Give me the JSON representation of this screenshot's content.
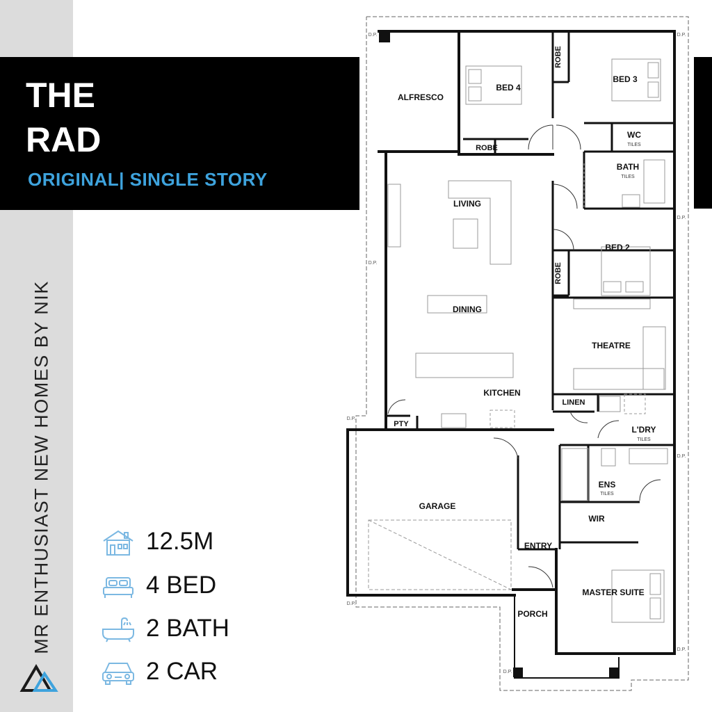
{
  "header": {
    "title_line1": "THE",
    "title_line2": "RAD",
    "subtitle": "ORIGINAL| SINGLE STORY"
  },
  "brand": {
    "vertical_text": "MR ENTHUSIAST NEW HOMES BY NIK"
  },
  "specs": [
    {
      "icon": "house-icon",
      "value": "12.5M"
    },
    {
      "icon": "bed-icon",
      "value": "4 BED"
    },
    {
      "icon": "bathtub-icon",
      "value": "2 BATH"
    },
    {
      "icon": "car-icon",
      "value": "2 CAR"
    }
  ],
  "rooms": {
    "alfresco": "ALFRESCO",
    "bed4": "BED 4",
    "bed3": "BED 3",
    "robe_bed4": "ROBE",
    "robe_bed3": "ROBE",
    "wc": "WC",
    "wc_tiles": "TILES",
    "bath": "BATH",
    "bath_tiles": "TILES",
    "living": "LIVING",
    "bed2": "BED 2",
    "robe_bed2": "ROBE",
    "dining": "DINING",
    "theatre": "THEATRE",
    "kitchen": "KITCHEN",
    "linen": "LINEN",
    "pty": "PTY",
    "ldry": "L'DRY",
    "ldry_tiles": "TILES",
    "garage": "GARAGE",
    "ens": "ENS",
    "ens_tiles": "TILES",
    "wir": "WIR",
    "entry": "ENTRY",
    "master_suite": "MASTER SUITE",
    "porch": "PORCH"
  },
  "downpipe_label": "D.P.",
  "colors": {
    "accent": "#3ea3dd",
    "title_bg": "#000000",
    "side_strip": "#dcdcdc",
    "icon_blue": "#7bb8e2"
  }
}
